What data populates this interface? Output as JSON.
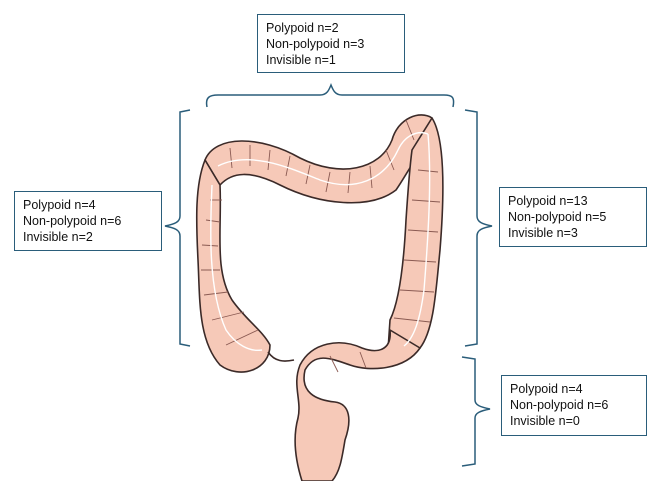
{
  "regions": {
    "transverse": {
      "polypoid": "Polypoid n=2",
      "non_polypoid": "Non-polypoid n=3",
      "invisible": "Invisible n=1"
    },
    "ascending": {
      "polypoid": "Polypoid n=4",
      "non_polypoid": "Non-polypoid n=6",
      "invisible": "Invisible n=2"
    },
    "descending": {
      "polypoid": "Polypoid n=13",
      "non_polypoid": "Non-polypoid n=5",
      "invisible": "Invisible n=3"
    },
    "sigmoid": {
      "polypoid": "Polypoid n=4",
      "non_polypoid": "Non-polypoid n=6",
      "invisible": "Invisible n=0"
    }
  },
  "colors": {
    "colon_fill": "#f6c9b8",
    "colon_stroke": "#3b2a28",
    "bracket": "#2a5d7a",
    "box_border": "#2a5d7a"
  },
  "icons": {
    "colon": "large-intestine-illustration"
  }
}
